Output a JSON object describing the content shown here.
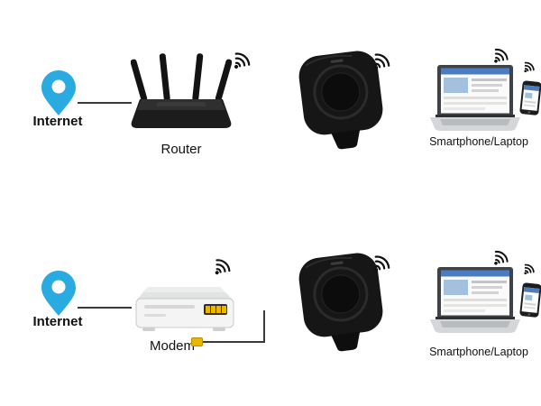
{
  "diagram": {
    "background": "#ffffff",
    "rows": [
      {
        "internet_label": "Internet",
        "device_label": "Router",
        "clients_label": "Smartphone/Laptop"
      },
      {
        "internet_label": "Internet",
        "device_label": "Modem",
        "clients_label": "Smartphone/Laptop"
      }
    ],
    "colors": {
      "pin_blue": "#29abe2",
      "line_dark": "#3a3a3a",
      "device_black": "#161616",
      "port_yellow": "#eab600",
      "screen_accent_blue": "#4a7dbf"
    },
    "icons": {
      "internet": "location-pin-icon",
      "wireless": "wifi-signal-icon"
    }
  }
}
